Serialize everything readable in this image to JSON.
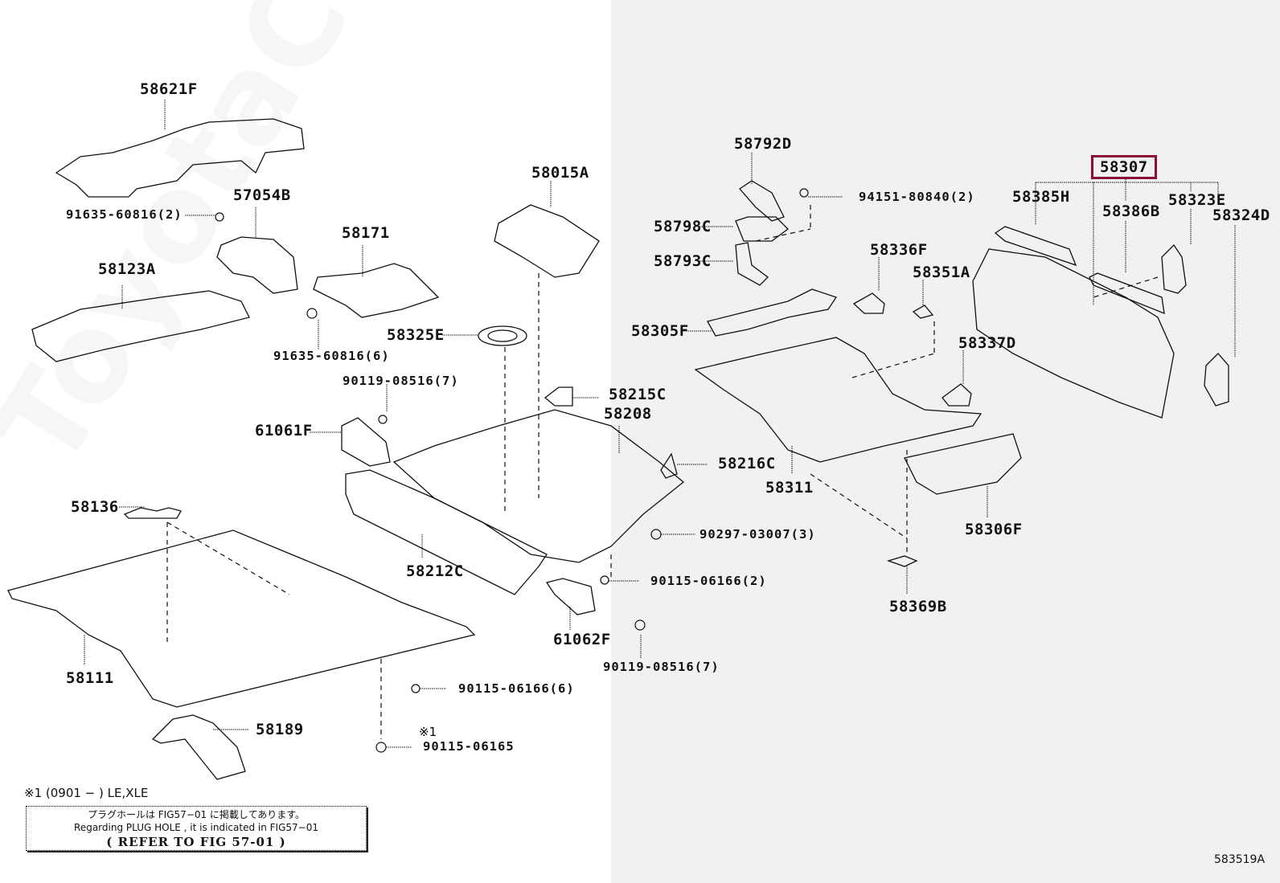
{
  "diagram": {
    "watermark": "ToyotaCarLine.ru",
    "figure_number": "583519A",
    "highlight_color": "#8b0a3a",
    "highlighted_part": "58307",
    "footnote": "※1 (0901 −     ) LE,XLE",
    "star_marker": "※1",
    "info_box": {
      "line_jp": "プラグホールは FIG57−01 に掲載してあります。",
      "line_en": "Regarding PLUG HOLE , it is indicated in FIG57−01",
      "line_ref": "( REFER TO FIG 57-01 )"
    },
    "parts": [
      {
        "id": "58621F",
        "label": "58621F"
      },
      {
        "id": "57054B",
        "label": "57054B"
      },
      {
        "id": "91635-60816-2",
        "label": "91635-60816(2)"
      },
      {
        "id": "58123A",
        "label": "58123A"
      },
      {
        "id": "58171",
        "label": "58171"
      },
      {
        "id": "91635-60816-6",
        "label": "91635-60816(6)"
      },
      {
        "id": "58015A",
        "label": "58015A"
      },
      {
        "id": "58325E",
        "label": "58325E"
      },
      {
        "id": "90119-08516-7a",
        "label": "90119-08516(7)"
      },
      {
        "id": "58215C",
        "label": "58215C"
      },
      {
        "id": "58208",
        "label": "58208"
      },
      {
        "id": "61061F",
        "label": "61061F"
      },
      {
        "id": "58216C",
        "label": "58216C"
      },
      {
        "id": "58136",
        "label": "58136"
      },
      {
        "id": "58212C",
        "label": "58212C"
      },
      {
        "id": "90297-03007",
        "label": "90297-03007(3)"
      },
      {
        "id": "90115-06166-2",
        "label": "90115-06166(2)"
      },
      {
        "id": "58111",
        "label": "58111"
      },
      {
        "id": "61062F",
        "label": "61062F"
      },
      {
        "id": "90119-08516-7b",
        "label": "90119-08516(7)"
      },
      {
        "id": "90115-06166-6",
        "label": "90115-06166(6)"
      },
      {
        "id": "58189",
        "label": "58189"
      },
      {
        "id": "90115-06165",
        "label": "90115-06165"
      },
      {
        "id": "58792D",
        "label": "58792D"
      },
      {
        "id": "94151-80840",
        "label": "94151-80840(2)"
      },
      {
        "id": "58798C",
        "label": "58798C"
      },
      {
        "id": "58793C",
        "label": "58793C"
      },
      {
        "id": "58336F",
        "label": "58336F"
      },
      {
        "id": "58351A",
        "label": "58351A"
      },
      {
        "id": "58305F",
        "label": "58305F"
      },
      {
        "id": "58337D",
        "label": "58337D"
      },
      {
        "id": "58311",
        "label": "58311"
      },
      {
        "id": "58306F",
        "label": "58306F"
      },
      {
        "id": "58369B",
        "label": "58369B"
      },
      {
        "id": "58307",
        "label": "58307"
      },
      {
        "id": "58385H",
        "label": "58385H"
      },
      {
        "id": "58386B",
        "label": "58386B"
      },
      {
        "id": "58323E",
        "label": "58323E"
      },
      {
        "id": "58324D",
        "label": "58324D"
      }
    ]
  }
}
